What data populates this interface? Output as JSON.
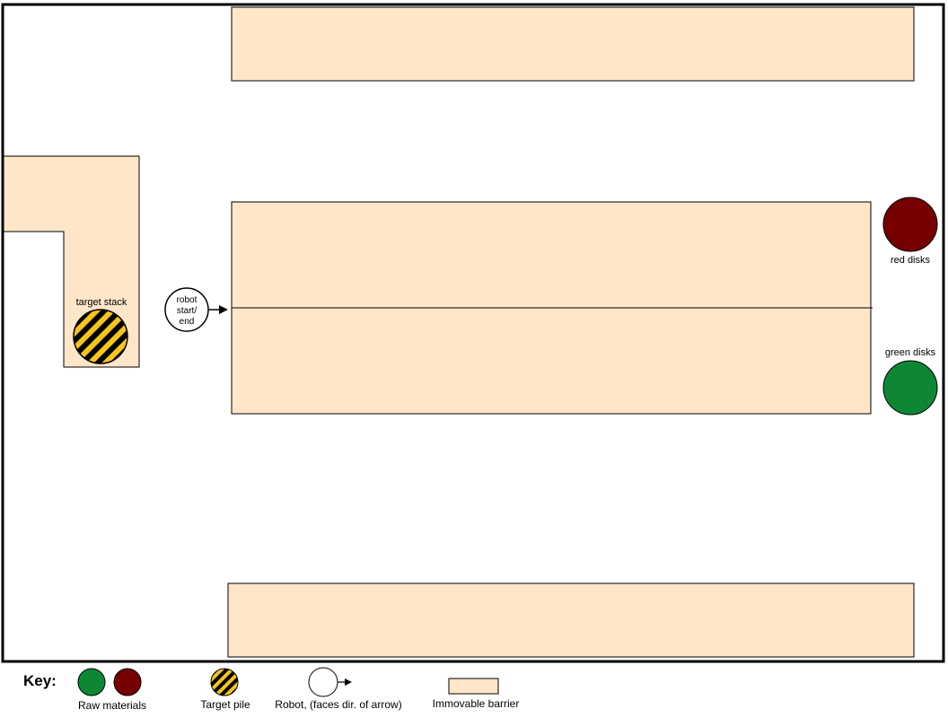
{
  "colors": {
    "barrier_fill": "#FFE6C8",
    "barrier_stroke": "#000000",
    "red_disk": "#760000",
    "green_disk": "#0D8734",
    "hazard_yellow": "#F5C518",
    "hazard_black": "#000000",
    "robot_fill": "#FFFFFF",
    "outline": "#000000"
  },
  "labels": {
    "target_stack": "target stack",
    "robot_line1": "robot",
    "robot_line2": "start/",
    "robot_line3": "end",
    "red_disks": "red disks",
    "green_disks": "green disks"
  },
  "key": {
    "title": "Key:",
    "raw_materials": "Raw materials",
    "target_pile": "Target pile",
    "robot": "Robot, (faces dir. of arrow)",
    "barrier": "Immovable barrier"
  },
  "icons": {
    "robot": "robot-icon",
    "arrow": "arrow-right-icon",
    "target": "hazard-stripe-icon",
    "disk": "disk-icon"
  }
}
